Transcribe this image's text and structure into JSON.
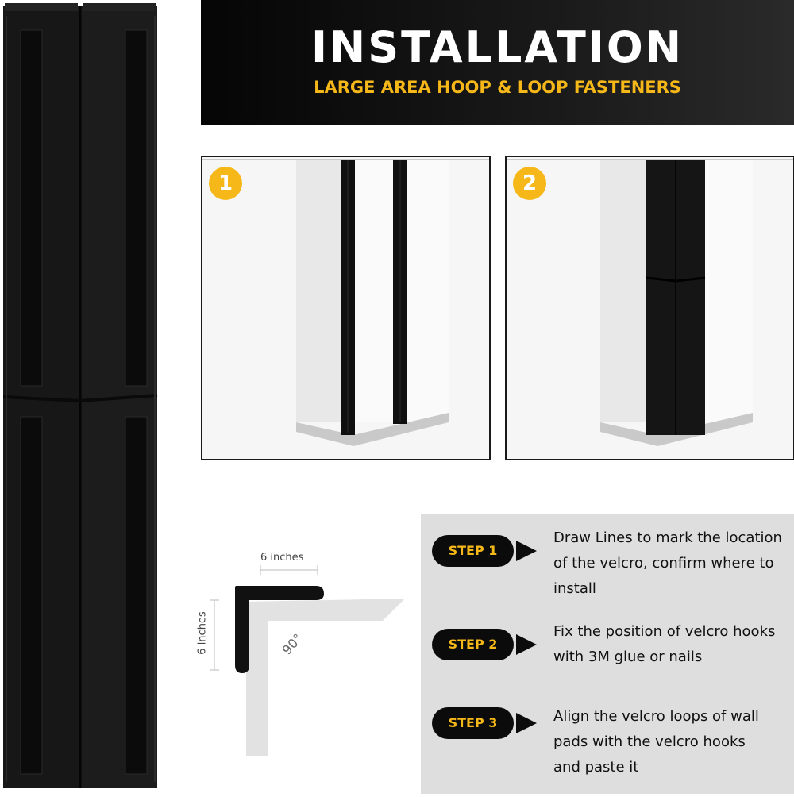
{
  "header": {
    "title": "INSTALLATION",
    "subtitle": "LARGE AREA HOOP & LOOP FASTENERS"
  },
  "panels": [
    {
      "badge": "1"
    },
    {
      "badge": "2"
    }
  ],
  "diagram": {
    "width_label": "6 inches",
    "height_label": "6 inches",
    "angle_label": "90°"
  },
  "steps": [
    {
      "label": "STEP 1",
      "lines": [
        "Draw Lines to mark the location",
        "of the velcro, confirm where to",
        "install"
      ]
    },
    {
      "label": "STEP 2",
      "lines": [
        "Fix the position of velcro hooks",
        "with 3M glue or nails"
      ]
    },
    {
      "label": "STEP 3",
      "lines": [
        "Align the velcro loops of wall",
        "pads with the velcro hooks",
        "and paste it"
      ]
    }
  ],
  "colors": {
    "accent": "#f6b818",
    "banner_bg": "#0a0a0a",
    "steps_bg": "#dedede"
  }
}
